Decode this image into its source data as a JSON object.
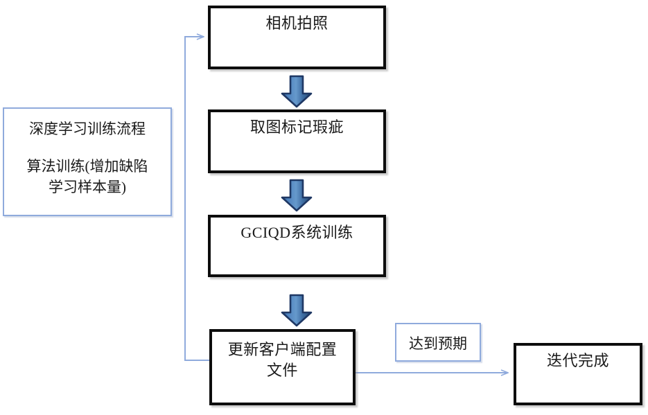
{
  "diagram": {
    "title": "深度学习训练流程",
    "type": "flowchart",
    "accent_color": "#4a7ebb",
    "line_color": "#8faadc",
    "box_border_color": "#0d0d0d",
    "note_border_color": "#8faadc",
    "background": "#ffffff"
  },
  "side_note": {
    "name": "training-process-note",
    "line1": "深度学习训练流程",
    "line2": "算法训练(增加缺陷",
    "line3": "学习样本量)"
  },
  "nodes": [
    {
      "id": "camera-capture",
      "label": "相机拍照"
    },
    {
      "id": "mark-defects",
      "label": "取图标记瑕疵"
    },
    {
      "id": "gciqd-training",
      "label": "GCIQD系统训练"
    },
    {
      "id": "update-client-config",
      "label_line1": "更新客户端配置",
      "label_line2": "文件"
    },
    {
      "id": "iteration-complete",
      "label": "迭代完成"
    }
  ],
  "edges": [
    {
      "id": "arrow-capture-to-mark",
      "kind": "block-arrow",
      "direction": "down"
    },
    {
      "id": "arrow-mark-to-training",
      "kind": "block-arrow",
      "direction": "down"
    },
    {
      "id": "arrow-training-to-update",
      "kind": "block-arrow",
      "direction": "down"
    },
    {
      "id": "arrow-update-to-complete",
      "kind": "line-arrow",
      "direction": "right",
      "label": "达到预期"
    },
    {
      "id": "arrow-feedback-loop",
      "kind": "line-arrow",
      "direction": "up-left-to-capture"
    }
  ],
  "edge_labels": {
    "expected_result": "达到预期"
  }
}
